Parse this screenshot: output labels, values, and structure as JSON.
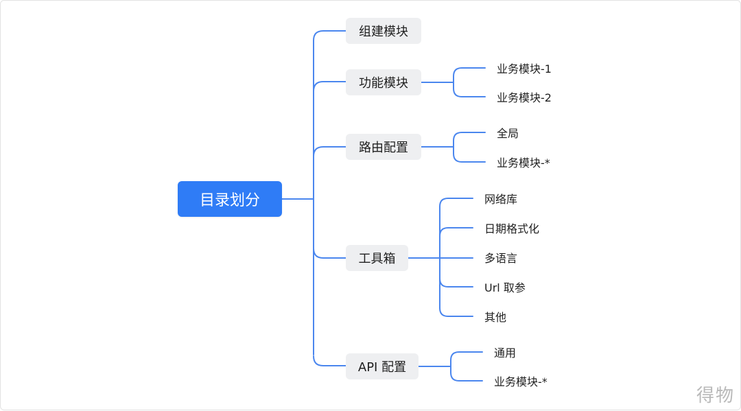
{
  "root": {
    "label": "目录划分"
  },
  "branches": [
    {
      "label": "组建模块"
    },
    {
      "label": "功能模块",
      "children": [
        "业务模块-1",
        "业务模块-2"
      ]
    },
    {
      "label": "路由配置",
      "children": [
        "全局",
        "业务模块-*"
      ]
    },
    {
      "label": "工具箱",
      "children": [
        "网络库",
        "日期格式化",
        "多语言",
        "Url 取参",
        "其他"
      ]
    },
    {
      "label": "API 配置",
      "children": [
        "通用",
        "业务模块-*"
      ]
    }
  ],
  "watermark": "得物",
  "colors": {
    "root_fill": "#2f7cf6",
    "branch_fill": "#eeeff1",
    "connector": "#4a86ee",
    "text": "#1f1f1f"
  }
}
